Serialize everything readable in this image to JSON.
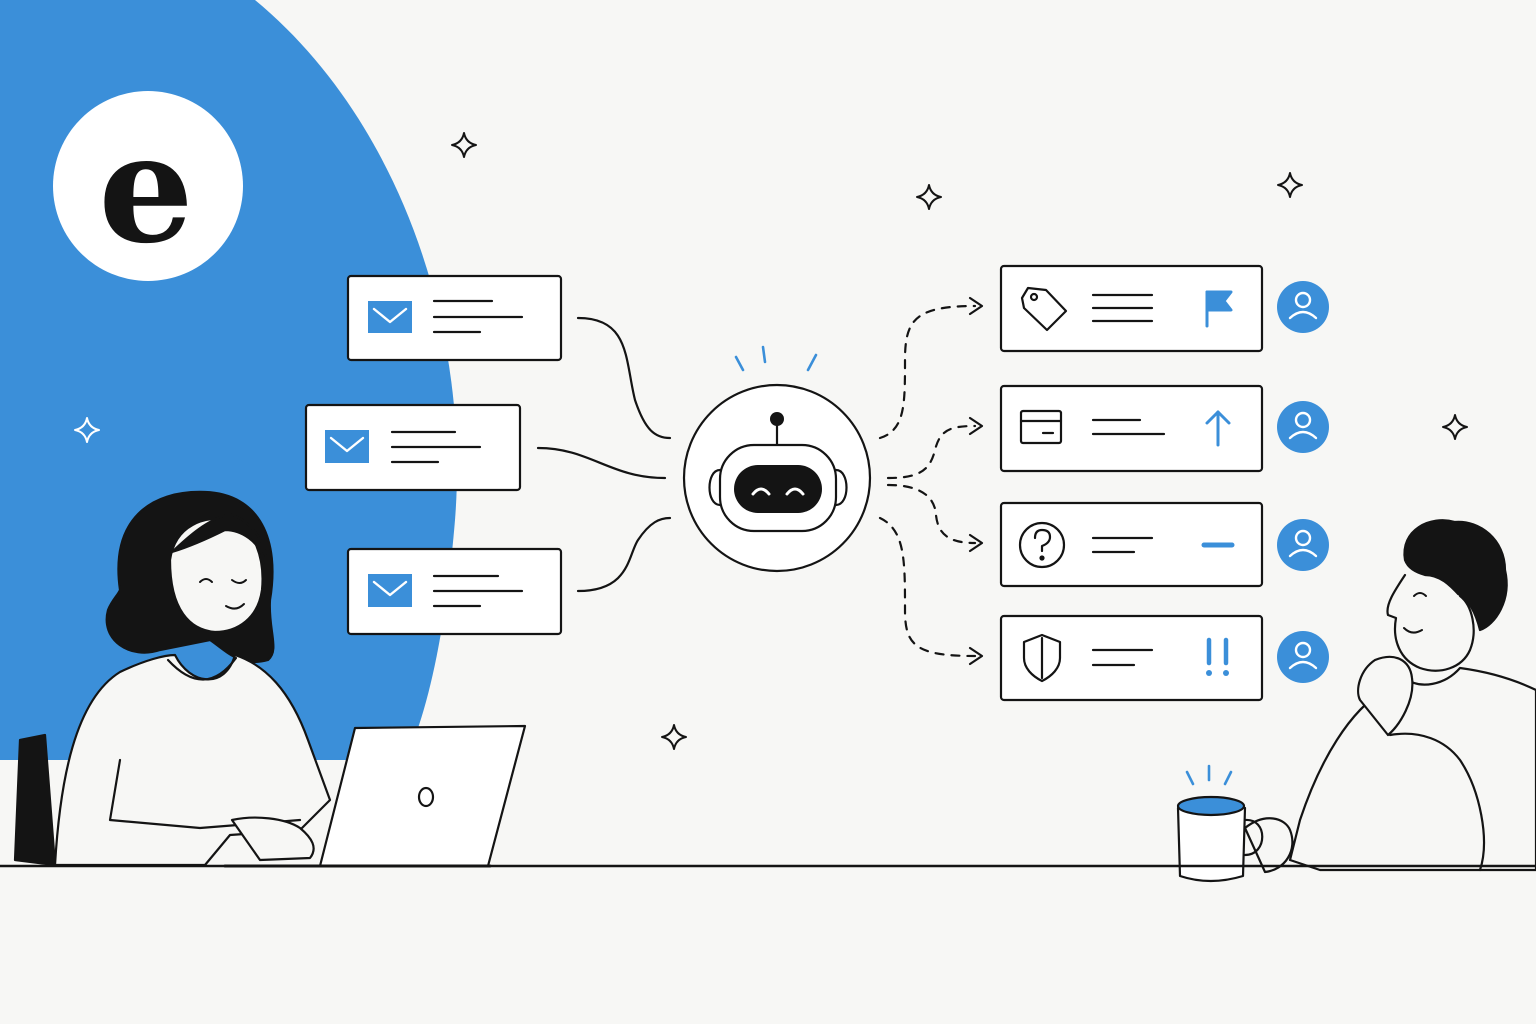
{
  "brand": {
    "logo_letter": "e"
  },
  "colors": {
    "accent": "#3b8fd9",
    "ink": "#141414",
    "paper": "#f7f7f5",
    "white": "#ffffff"
  },
  "incoming_emails": [
    {
      "icon": "envelope-icon"
    },
    {
      "icon": "envelope-icon"
    },
    {
      "icon": "envelope-icon"
    }
  ],
  "router": {
    "icon": "robot-icon"
  },
  "outgoing_tickets": [
    {
      "category_icon": "tag-icon",
      "priority_icon": "flag-icon",
      "assignee_icon": "user-icon"
    },
    {
      "category_icon": "credit-card-icon",
      "priority_icon": "arrow-up-icon",
      "assignee_icon": "user-icon"
    },
    {
      "category_icon": "question-icon",
      "priority_icon": "minus-icon",
      "assignee_icon": "user-icon"
    },
    {
      "category_icon": "shield-icon",
      "priority_icon": "double-exclamation-icon",
      "assignee_icon": "user-icon"
    }
  ],
  "people": [
    {
      "role": "sender",
      "icon": "woman-with-laptop"
    },
    {
      "role": "agent",
      "icon": "man-with-mug"
    }
  ]
}
